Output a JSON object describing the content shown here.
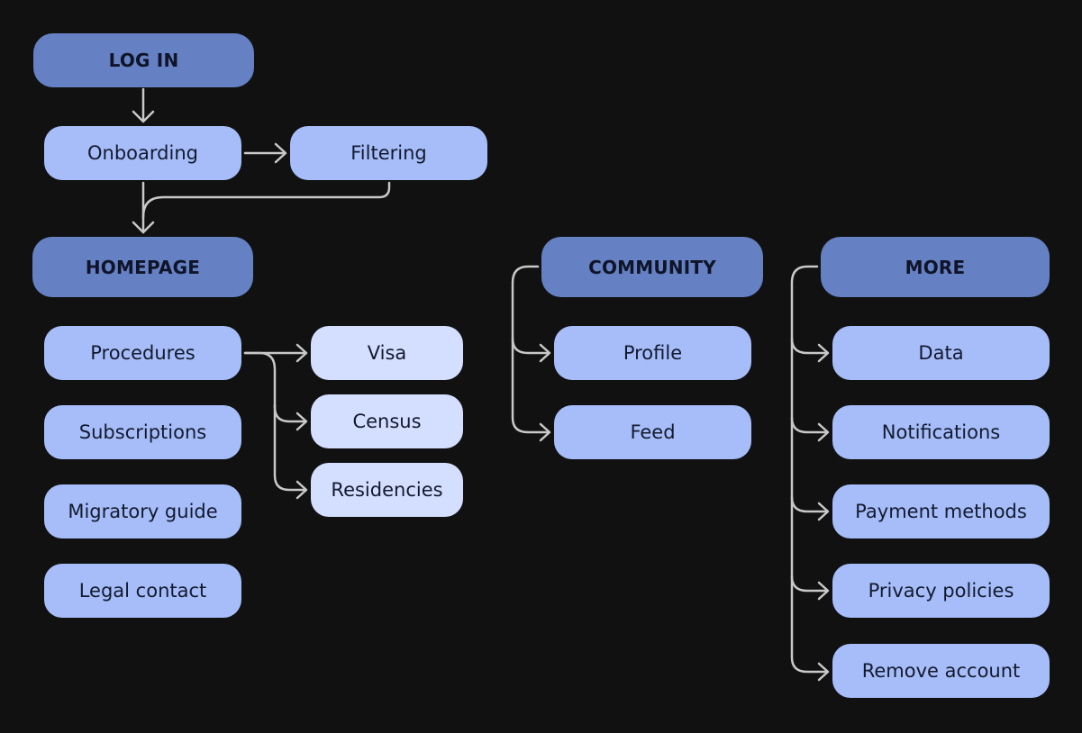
{
  "colors": {
    "background": "#111111",
    "header_fill": "#6580c3",
    "item_fill": "#a6bdf9",
    "sub_item_fill": "#d4deff",
    "connector": "#c8c8c8"
  },
  "flow": {
    "login": "LOG IN",
    "onboarding": "Onboarding",
    "filtering": "Filtering"
  },
  "homepage": {
    "title": "HOMEPAGE",
    "items": [
      "Procedures",
      "Subscriptions",
      "Migratory guide",
      "Legal contact"
    ],
    "procedures_children": [
      "Visa",
      "Census",
      "Residencies"
    ]
  },
  "community": {
    "title": "COMMUNITY",
    "items": [
      "Profile",
      "Feed"
    ]
  },
  "more": {
    "title": "MORE",
    "items": [
      "Data",
      "Notifications",
      "Payment methods",
      "Privacy policies",
      "Remove account"
    ]
  }
}
